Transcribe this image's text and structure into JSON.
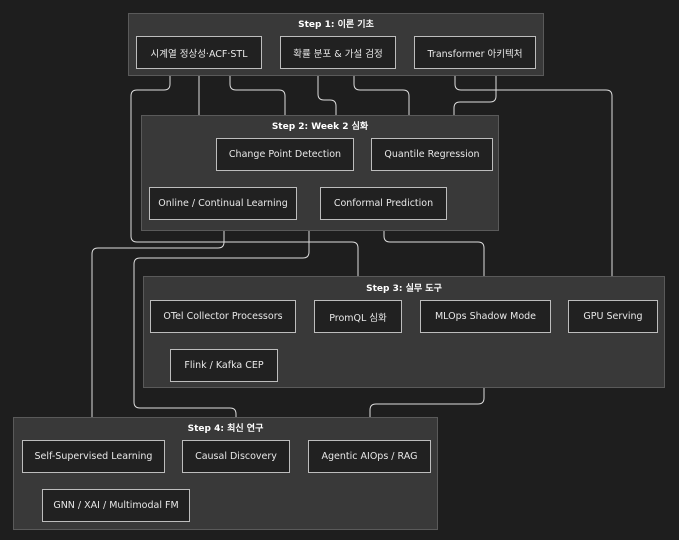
{
  "groups": {
    "step1": {
      "title": "Step 1: 이론 기초"
    },
    "step2": {
      "title": "Step 2: Week 2 심화"
    },
    "step3": {
      "title": "Step 3: 실무 도구"
    },
    "step4": {
      "title": "Step 4: 최신 연구"
    }
  },
  "nodes": {
    "ts": "시계열 정상성·ACF·STL",
    "prob": "확률 분포 & 가설 검정",
    "tf": "Transformer 아키텍처",
    "cpd": "Change Point Detection",
    "qr": "Quantile Regression",
    "ocl": "Online / Continual Learning",
    "cp": "Conformal Prediction",
    "otel": "OTel Collector Processors",
    "promql": "PromQL 심화",
    "mlops": "MLOps Shadow Mode",
    "gpu": "GPU Serving",
    "flink": "Flink / Kafka CEP",
    "ssl": "Self-Supervised Learning",
    "causal": "Causal Discovery",
    "agentic": "Agentic AIOps / RAG",
    "gnn": "GNN / XAI / Multimodal FM"
  },
  "colors": {
    "background": "#1e1e1e",
    "group": "#393939",
    "node": "#212121",
    "edge": "#dddddd"
  }
}
